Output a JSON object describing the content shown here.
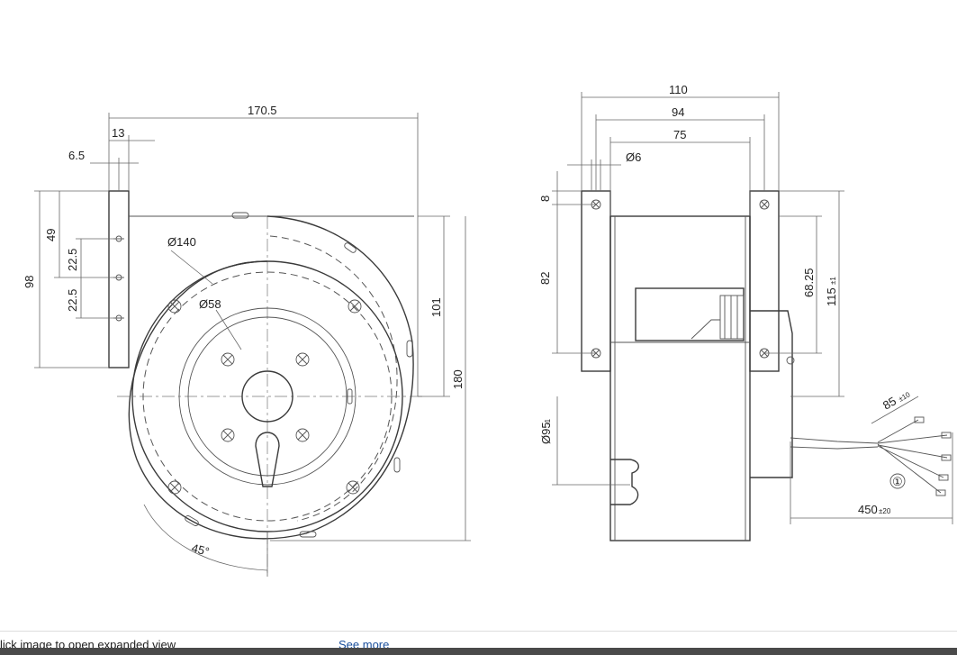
{
  "drawing": {
    "front_view": {
      "width_overall": "170.5",
      "flange_width": "13",
      "flange_offset": "6.5",
      "hole_height": "98",
      "hole_offset": "49",
      "hole_pitch_1": "22.5",
      "hole_pitch_2": "22.5",
      "housing_dia": "Ø140",
      "impeller_dia": "Ø58",
      "outlet_height": "101",
      "overall_height": "180",
      "angle": "45°"
    },
    "side_view": {
      "width_overall": "110",
      "width_mid": "94",
      "width_inner": "75",
      "hole_dia": "Ø6",
      "flange_offset": "8",
      "hole_spacing": "82",
      "outlet_height": "68.25",
      "overall_height": "115",
      "overall_height_tol": "±1",
      "shaft_dia": "Ø95",
      "shaft_dia_tol": "-1",
      "lead_strip": "85",
      "lead_strip_tol": "±10",
      "lead_length": "450",
      "lead_length_tol": "±20",
      "callout": "①"
    }
  },
  "footer": {
    "hint": "lick image to open expanded view",
    "see_more": "See more"
  }
}
